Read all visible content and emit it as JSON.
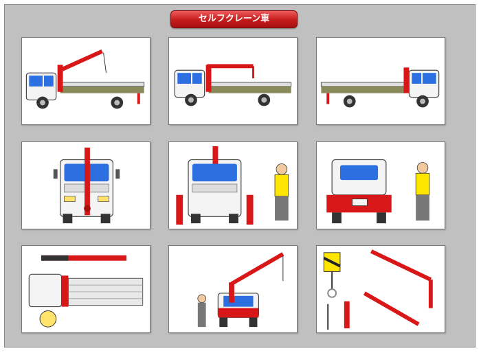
{
  "title": "セルフクレーン車",
  "colors": {
    "crane_red": "#d81818",
    "frame_gray": "#c0c0c0",
    "truck_white": "#f4f4f4",
    "glass_blue": "#2b6fe0",
    "bed_olive": "#8a8a5a"
  },
  "thumbnails": [
    {
      "view": "side-view-left"
    },
    {
      "view": "side-view-left-boom-extended"
    },
    {
      "view": "side-view-right"
    },
    {
      "view": "front-view"
    },
    {
      "view": "front-view-outriggers-with-operator"
    },
    {
      "view": "rear-view-with-operator"
    },
    {
      "view": "top-view"
    },
    {
      "view": "rear-view-crane-operating"
    },
    {
      "view": "crane-parts"
    }
  ]
}
